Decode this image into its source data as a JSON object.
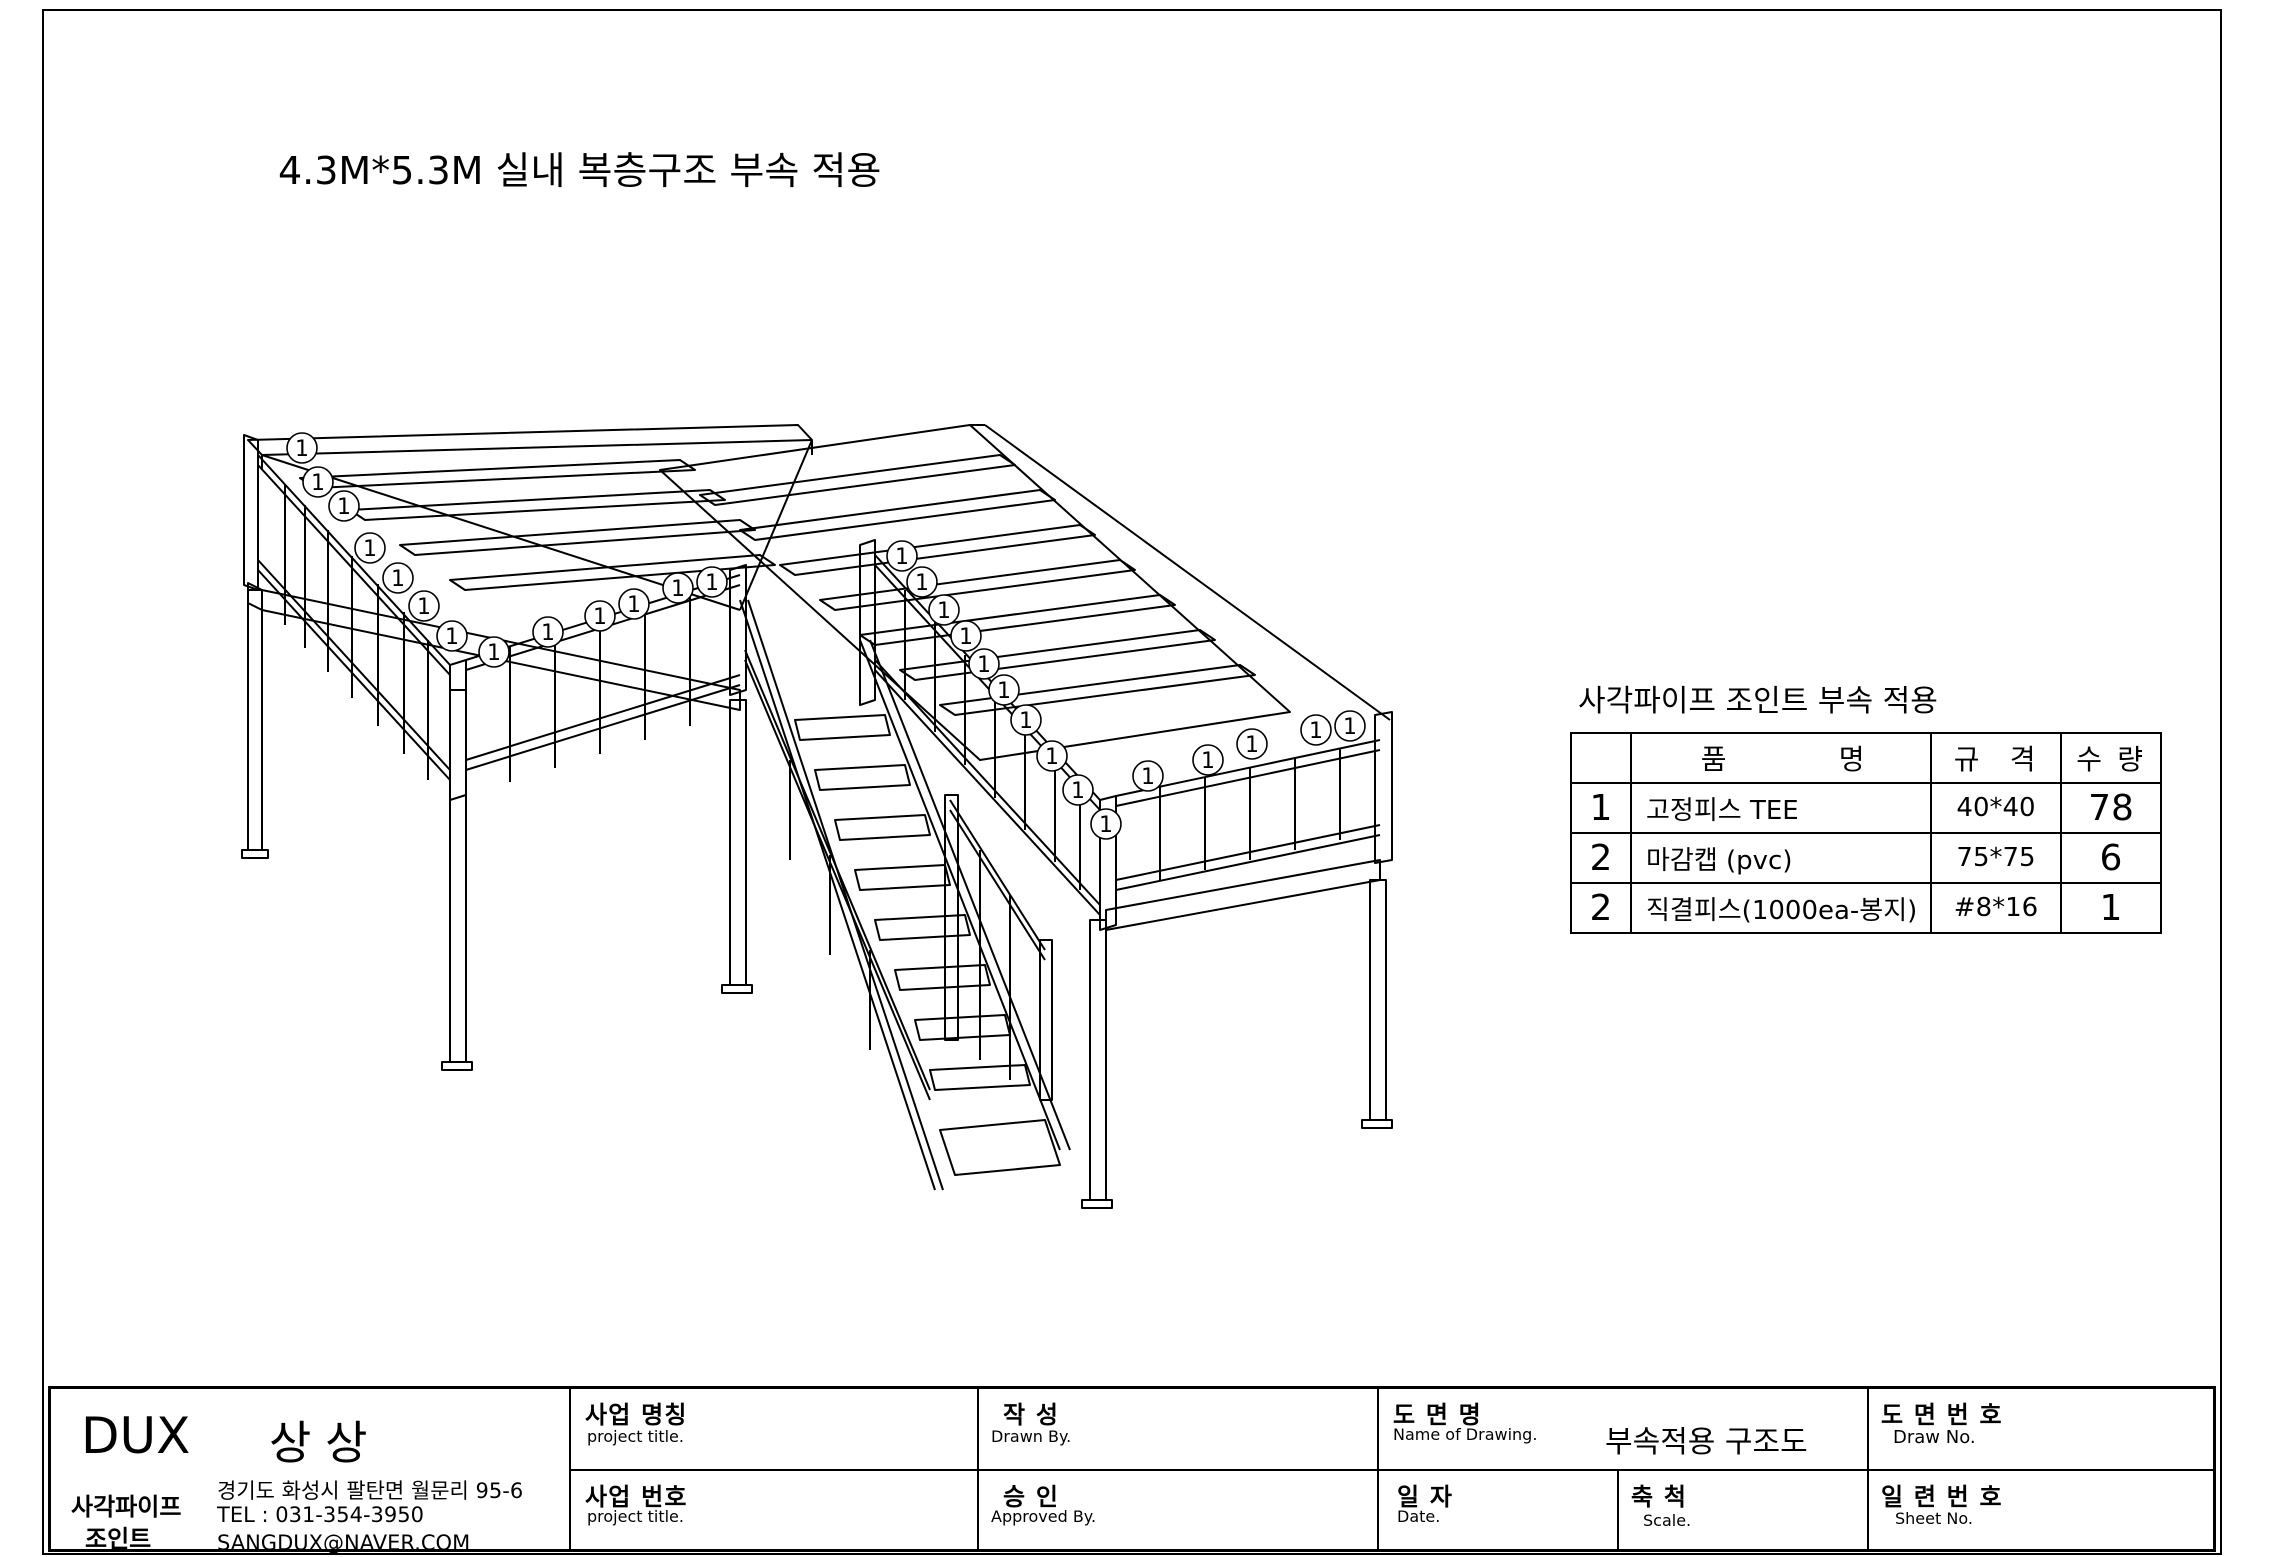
{
  "title": "4.3M*5.3M 실내 복층구조   부속 적용",
  "callout_label": "1",
  "parts": {
    "heading": "사각파이프 조인트 부속 적용",
    "headers": {
      "name_a": "품",
      "name_b": "명",
      "spec_a": "규",
      "spec_b": "격",
      "qty_a": "수",
      "qty_b": "량"
    },
    "rows": [
      {
        "no": "1",
        "name": "고정피스 TEE",
        "spec": "40*40",
        "qty": "78"
      },
      {
        "no": "2",
        "name": "마감캡 (pvc)",
        "spec": "75*75",
        "qty": "6"
      },
      {
        "no": "2",
        "name": "직결피스(1000ea-봉지)",
        "spec": "#8*16",
        "qty": "1"
      }
    ]
  },
  "titleblock": {
    "company": "DUX",
    "company_sub": "상상",
    "company_type_1": "사각파이프",
    "company_type_2": "조인트",
    "address": "경기도 화성시 팔탄면 월문리 95-6",
    "tel": "TEL : 031-354-3950",
    "email": "SANGDUX@NAVER.COM",
    "project_name_ko": "사업 명칭",
    "project_name_en": "project title.",
    "project_no_ko": "사업 번호",
    "project_no_en": "project title.",
    "drawn_ko": "작  성",
    "drawn_en": "Drawn By.",
    "approved_ko": "승  인",
    "approved_en": "Approved By.",
    "drawing_name_ko": "도 면 명",
    "drawing_name_en": "Name of Drawing.",
    "drawing_name_value": "부속적용 구조도",
    "date_ko": "일  자",
    "date_en": "Date.",
    "scale_ko": "축  척",
    "scale_en": "Scale.",
    "draw_no_ko": "도 면 번 호",
    "draw_no_en": "Draw No.",
    "sheet_no_ko": "일 련 번 호",
    "sheet_no_en": "Sheet No."
  }
}
